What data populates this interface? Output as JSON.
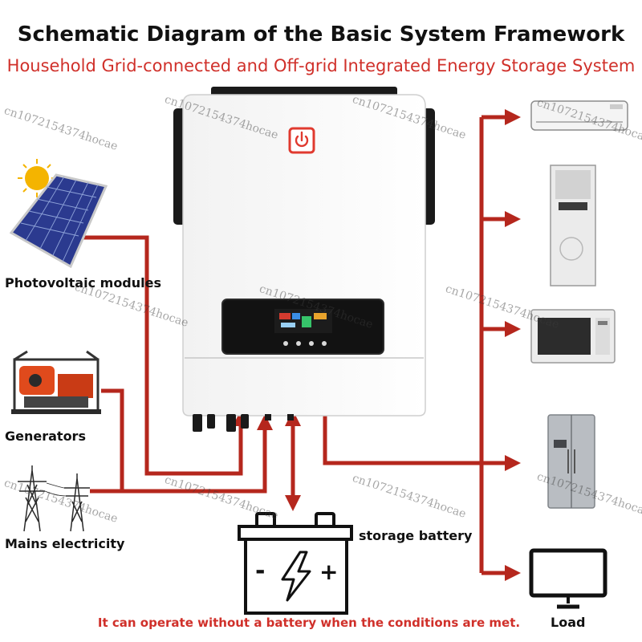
{
  "title": "Schematic Diagram of the Basic System Framework",
  "subtitle": "Household Grid-connected and Off-grid Integrated Energy Storage System",
  "sources": {
    "pv_label": "Photovoltaic modules",
    "generator_label": "Generators",
    "mains_label": "Mains electricity"
  },
  "battery_label": "storage battery",
  "battery_signs": {
    "minus": "-",
    "plus": "+"
  },
  "load_label": "Load",
  "note": "It can operate without a battery when the conditions are met.",
  "watermark": "cn1072154374hocae",
  "colors": {
    "flow": "#b5271d",
    "title": "#111111",
    "subtitle": "#d0302a",
    "power_button": "#e03a2f"
  },
  "icons": [
    "power-icon",
    "solar-panel-icon",
    "generator-icon",
    "pylon-icon",
    "battery-icon",
    "lightning-icon",
    "air-conditioner-icon",
    "air-cooler-icon",
    "microwave-icon",
    "refrigerator-icon",
    "monitor-icon"
  ]
}
